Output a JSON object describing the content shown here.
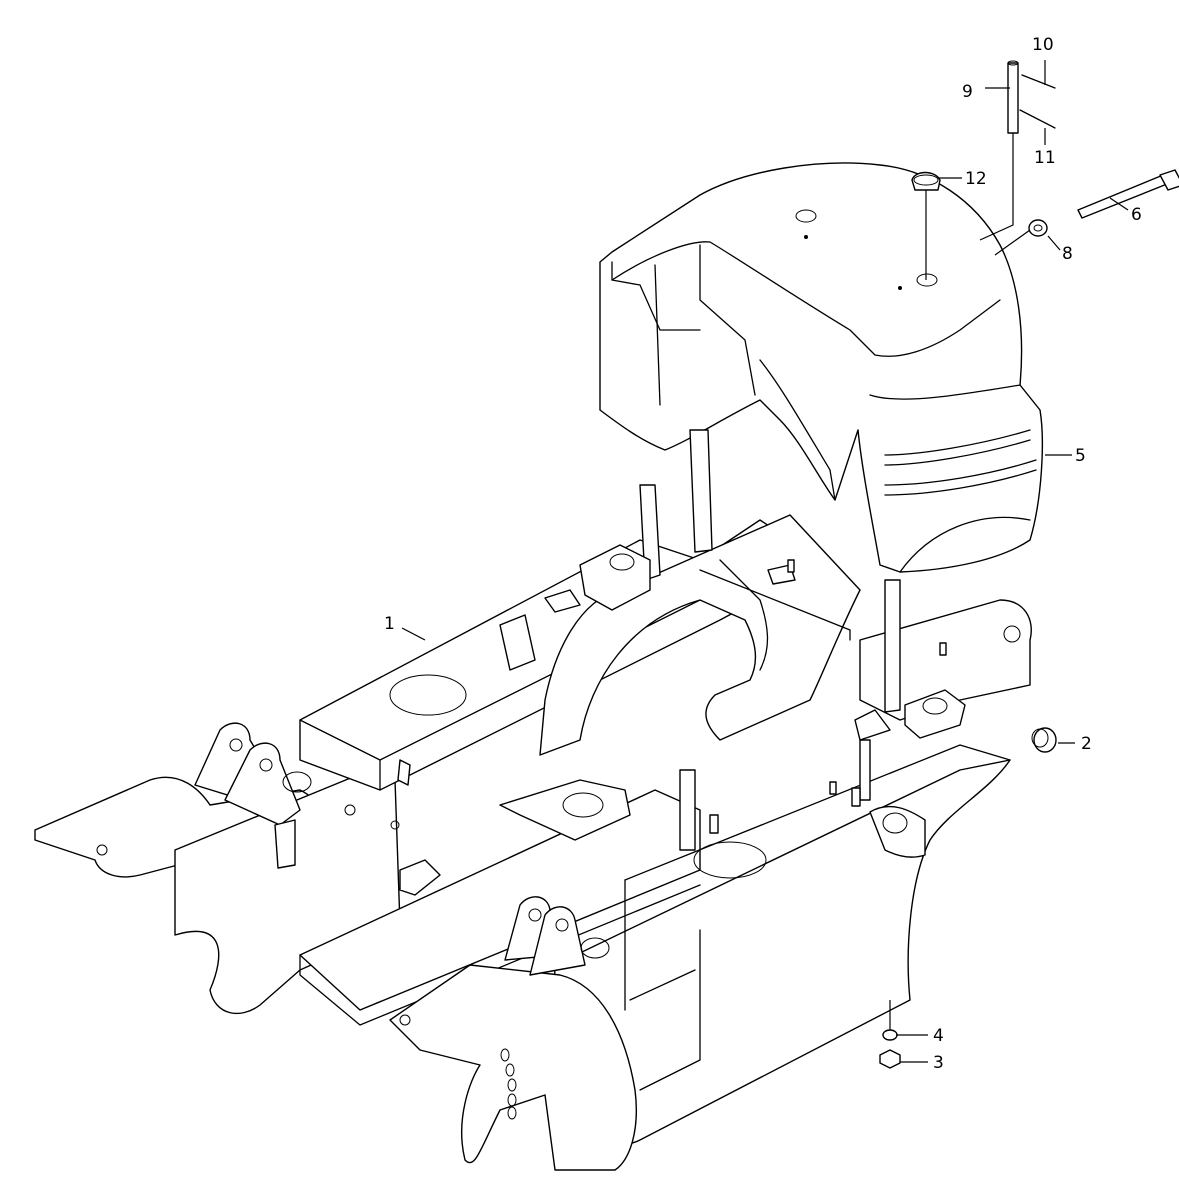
{
  "callouts": {
    "c1": "1",
    "c2": "2",
    "c3": "3",
    "c4": "4",
    "c5": "5",
    "c6": "6",
    "c8": "8",
    "c9": "9",
    "c10": "10",
    "c11": "11",
    "c12": "12"
  },
  "colors": {
    "line": "#000000",
    "background": "#ffffff"
  }
}
